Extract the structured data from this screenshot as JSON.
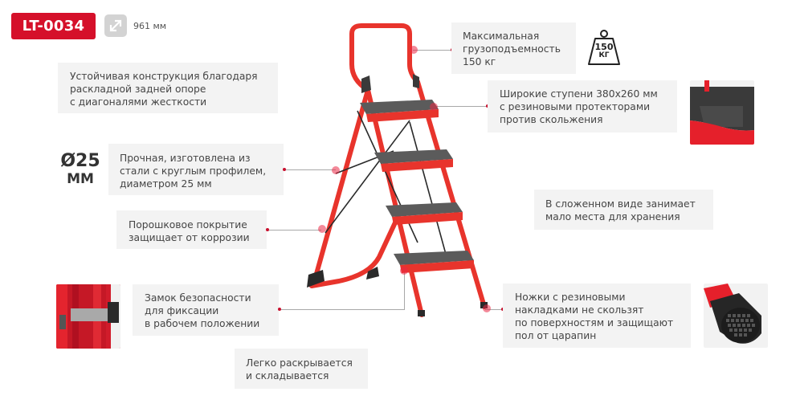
{
  "product": {
    "code": "LT-0034",
    "height_icon": "diagonal-arrows-icon",
    "height_value": "961 мм",
    "accent_color": "#d5102a"
  },
  "features": {
    "stable_construction": "Устойчивая конструкция благодаря\nраскладной задней опоре\nс диагоналями жесткости",
    "max_load": "Максимальная\nгрузоподъемность\n150 кг",
    "wide_steps": "Широкие ступени 380х260 мм\nс резиновыми протекторами\nпротив скольжения",
    "steel_profile": "Прочная, изготовлена из\nстали с круглым профилем,\nдиаметром 25 мм",
    "powder_coating": "Порошковое покрытие\nзащищает от коррозии",
    "compact_storage": "В сложенном виде занимает\nмало места для хранения",
    "safety_lock": "Замок безопасности\nдля фиксации\nв рабочем положении",
    "feet": "Ножки с резиновыми\nнакладками не скользят\nпо поверхностям и защищают\nпол от царапин",
    "easy_fold": "Легко раскрывается\nи складывается"
  },
  "badges": {
    "weight_icon_line1": "150",
    "weight_icon_line2": "КГ",
    "diameter_line1": "Ø25",
    "diameter_line2": "мм"
  },
  "images": {
    "step_closeup": "rubber-step-photo",
    "lock_closeup": "safety-lock-photo",
    "foot_closeup": "rubber-foot-photo",
    "main": "step-ladder-photo"
  }
}
